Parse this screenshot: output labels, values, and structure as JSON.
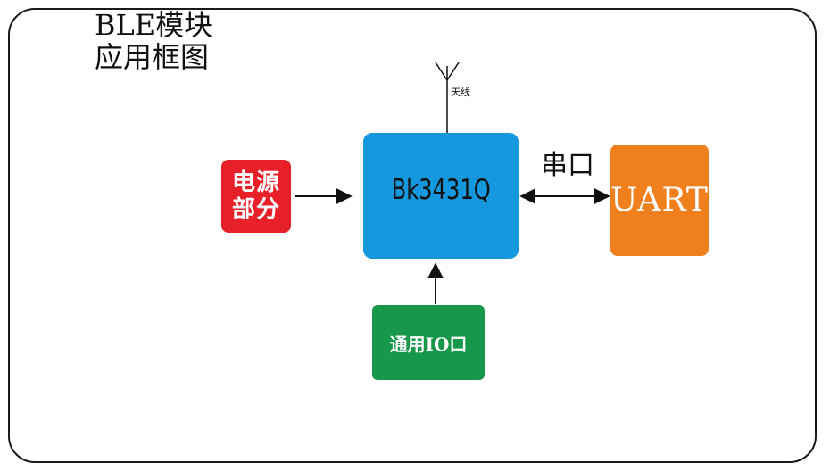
{
  "title": {
    "line1": "BLE模块",
    "line2": "应用框图"
  },
  "blocks": {
    "power": {
      "line1": "电源",
      "line2": "部分",
      "color": "#e8202a"
    },
    "chip": {
      "label": "Bk3431Q",
      "color": "#1497dd"
    },
    "uart": {
      "label": "UART",
      "color": "#f07f1e"
    },
    "gpio": {
      "label": "通用IO口",
      "color": "#17974a"
    }
  },
  "labels": {
    "serial": "串口",
    "antenna": "天线"
  },
  "icons": {
    "antenna": "antenna-icon"
  }
}
